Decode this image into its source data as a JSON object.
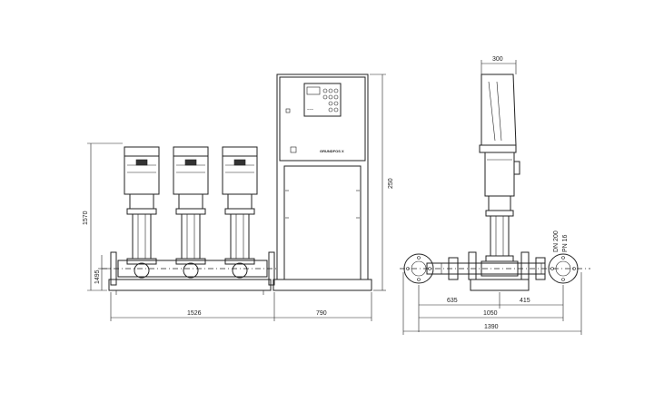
{
  "front_view": {
    "dimensions": {
      "height_total": "1570",
      "height_manifold": "1495",
      "width_pumps": "1526",
      "width_cabinet": "790",
      "cabinet_height": "250"
    },
    "pump_count": 3,
    "brand_mark": "GRUNDFOS X"
  },
  "side_view": {
    "dimensions": {
      "top_width": "300",
      "left_offset": "635",
      "right_offset": "415",
      "inner_width": "1050",
      "overall_width": "1390"
    },
    "flange_labels": {
      "dn": "DN 200",
      "pn": "PN 16"
    }
  }
}
